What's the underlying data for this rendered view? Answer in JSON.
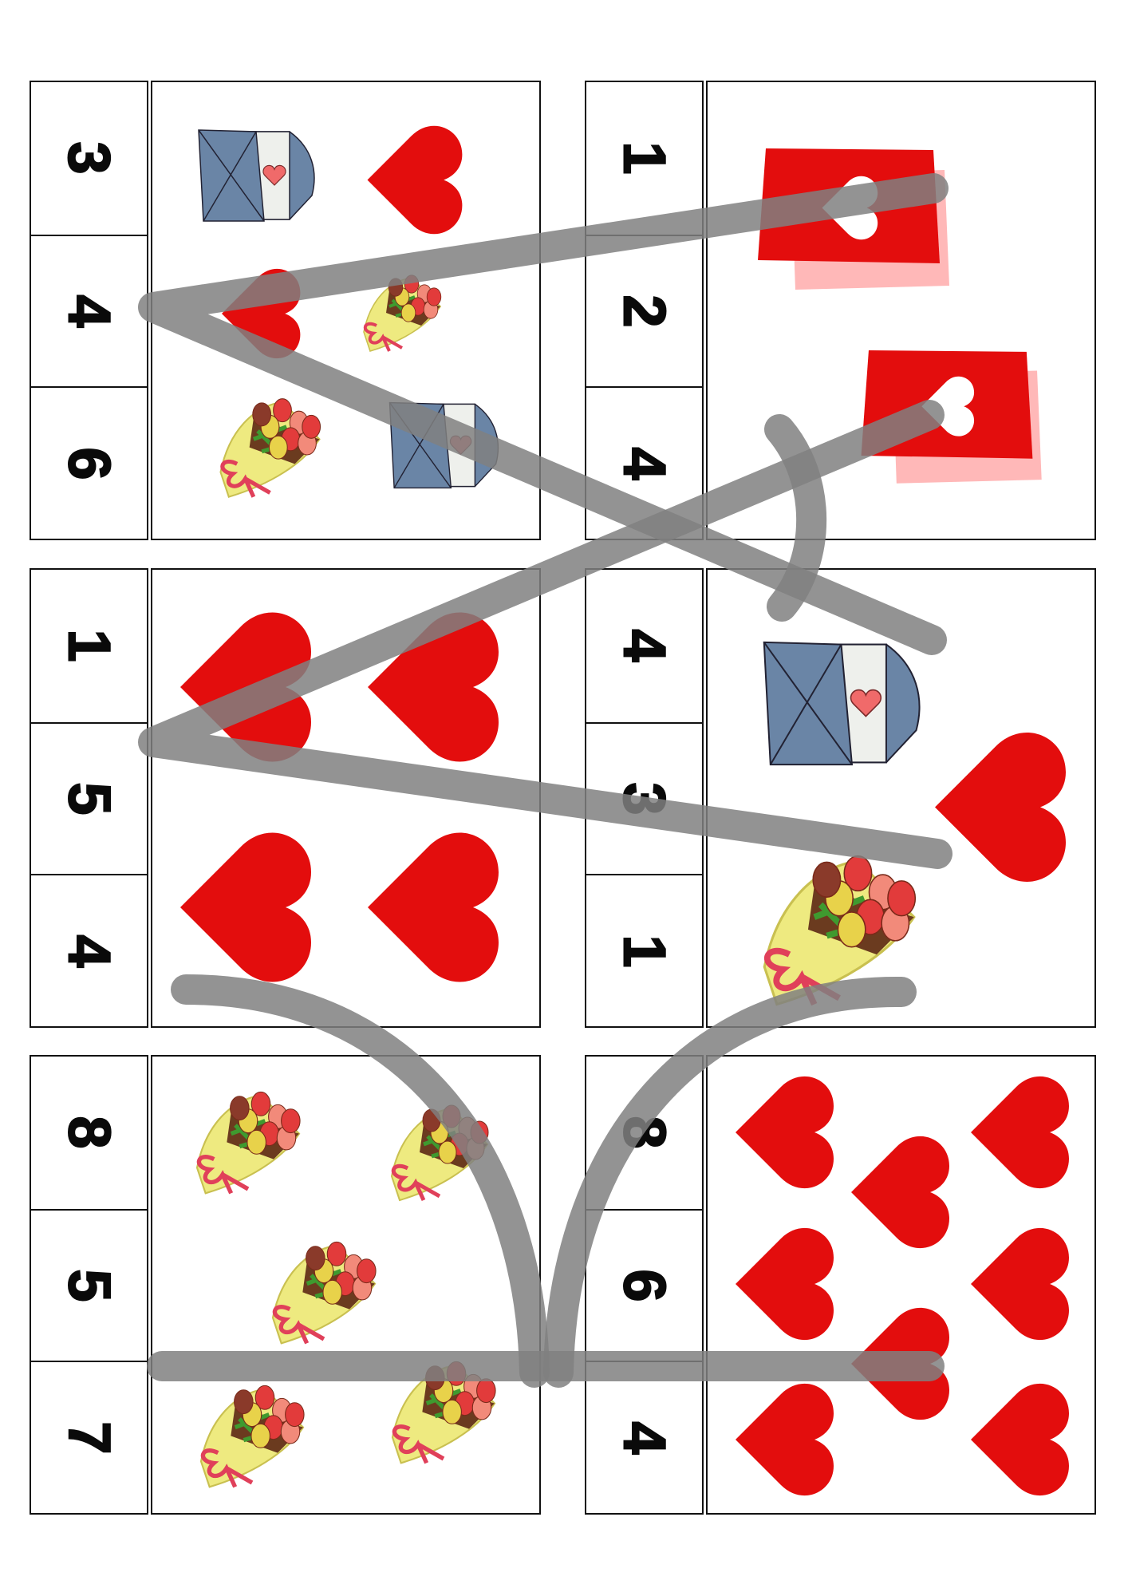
{
  "colors": {
    "heart": "#e30d0d",
    "envelope_blue": "#6a85a6",
    "envelope_paper": "#eef0ec",
    "envelope_heart": "#f06a6a",
    "card_red": "#e30d0d",
    "card_shadow": "#ffb8b8",
    "stroke": "#808080",
    "border": "#111111",
    "text": "#0a0a0a"
  },
  "cards": [
    {
      "name": "card-top-left",
      "numbers": [
        "3",
        "4",
        "6"
      ],
      "items": [
        {
          "type": "heart"
        },
        {
          "type": "envelope"
        },
        {
          "type": "heart"
        },
        {
          "type": "bouquet"
        },
        {
          "type": "envelope"
        },
        {
          "type": "bouquet"
        }
      ]
    },
    {
      "name": "card-top-right",
      "numbers": [
        "1",
        "2",
        "4"
      ],
      "items": [
        {
          "type": "valentine-card"
        },
        {
          "type": "valentine-card"
        }
      ]
    },
    {
      "name": "card-middle-left",
      "numbers": [
        "1",
        "5",
        "4"
      ],
      "items": [
        {
          "type": "heart"
        },
        {
          "type": "heart"
        },
        {
          "type": "heart"
        },
        {
          "type": "heart"
        }
      ]
    },
    {
      "name": "card-middle-right",
      "numbers": [
        "4",
        "3",
        "1"
      ],
      "items": [
        {
          "type": "envelope"
        },
        {
          "type": "heart"
        },
        {
          "type": "bouquet"
        }
      ]
    },
    {
      "name": "card-bottom-left",
      "numbers": [
        "8",
        "5",
        "7"
      ],
      "items": [
        {
          "type": "bouquet"
        },
        {
          "type": "bouquet"
        },
        {
          "type": "bouquet"
        },
        {
          "type": "bouquet"
        },
        {
          "type": "bouquet"
        }
      ]
    },
    {
      "name": "card-bottom-right",
      "numbers": [
        "8",
        "6",
        "4"
      ],
      "items": [
        {
          "type": "heart"
        },
        {
          "type": "heart"
        },
        {
          "type": "heart"
        },
        {
          "type": "heart"
        },
        {
          "type": "heart"
        },
        {
          "type": "heart"
        },
        {
          "type": "heart"
        },
        {
          "type": "heart"
        }
      ]
    }
  ]
}
